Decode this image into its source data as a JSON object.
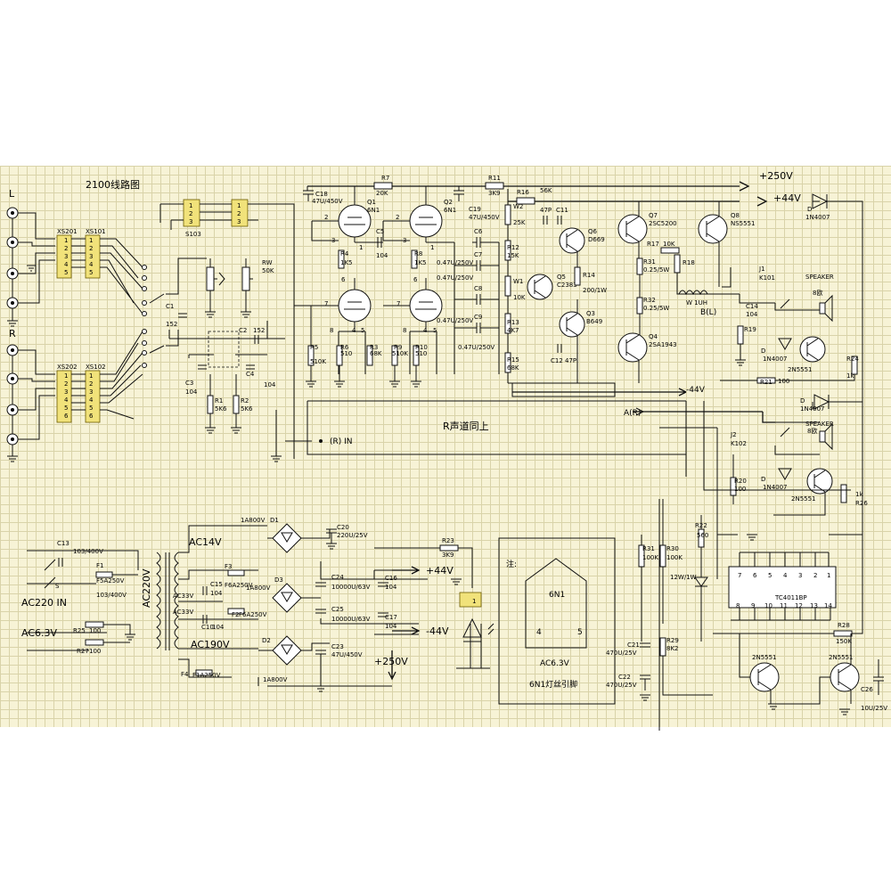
{
  "title": "2100线路图",
  "channel_labels": {
    "left": "L",
    "right": "R"
  },
  "connectors": {
    "xs201": "XS201",
    "xs101": "XS101",
    "xs202": "XS202",
    "xs102": "XS102",
    "s103": "S103",
    "pins5": [
      "1",
      "2",
      "3",
      "4",
      "5"
    ],
    "pins6": [
      "1",
      "2",
      "3",
      "4",
      "5",
      "6"
    ],
    "pins3": [
      "1",
      "2",
      "3"
    ]
  },
  "parts": {
    "rw": "RW",
    "rw_val": "50K",
    "c1": "C1",
    "c1_val": "152",
    "c2": "C2",
    "c2_val": "152",
    "c3": "C3",
    "c3_val": "104",
    "c4": "C4",
    "c4_val": "104",
    "r1": "R1",
    "r1_val": "5K6",
    "r2": "R2",
    "r2_val": "5K6",
    "r7": "R7",
    "r7_val": "20K",
    "r11": "R11",
    "r11_val": "3K9",
    "c18": "C18",
    "c18_val": "47U/450V",
    "c19": "C19",
    "c19_val": "47U/450V",
    "q1": "Q1",
    "q1_val": "6N1",
    "q2": "Q2",
    "q2_val": "6N1",
    "c5": "C5",
    "c5_val": "104",
    "r4": "R4",
    "r4_val": "1K5",
    "r8": "R8",
    "r8_val": "1K5",
    "r5": "R5",
    "r5_val": "510K",
    "r6": "R6",
    "r6_val": "510",
    "r3": "R3",
    "r3_val": "68K",
    "r9": "R9",
    "r9_val": "510K",
    "r10": "R10",
    "r10_val": "510",
    "c6": "C6",
    "c7": "C7",
    "c8": "C8",
    "c9": "C9",
    "cap_047": "0.47U/250V",
    "w2": "W2",
    "w2_val": "25K",
    "w1": "W1",
    "w1_val": "10K",
    "r12": "R12",
    "r12_val": "15K",
    "r13": "R13",
    "r13_val": "4K7",
    "r15": "R15",
    "r15_val": "68K",
    "r16": "R16",
    "r16_val": "56K",
    "c11": "C11",
    "c11_val": "47P",
    "c12": "C12",
    "c12_val": "47P",
    "p47": "47P",
    "q6": "Q6",
    "q6_val": "D669",
    "q5": "Q5",
    "q5_val": "C2383",
    "q3": "Q3",
    "q3_val": "B649",
    "r14": "R14",
    "r14_val": "200/1W",
    "q7": "Q7",
    "q7_val": "2SC5200",
    "q8": "Q8",
    "q8_val": "NS5551",
    "q4": "Q4",
    "q4_val": "2SA1943",
    "r17": "R17",
    "r17_val": "10K",
    "r18": "R18",
    "r31": "R31",
    "r31_val": "0.25/5W",
    "r32": "R32",
    "r32_val": "0.25/5W",
    "l_val": "W 1UH",
    "c14": "C14",
    "c14_val": "104",
    "r19": "R19",
    "r21": "R21",
    "r21_val": "100",
    "r24": "R24",
    "r24_val": "1k",
    "j1": "J1",
    "k101": "K101",
    "j2": "J2",
    "k102": "K102",
    "speaker": "SPEAKER",
    "ohm": "8欧",
    "d": "D",
    "d_val": "1N4007",
    "t2n": "2N5551",
    "r20": "R20",
    "r20_val": "100",
    "r26": "R26",
    "r26_val": "1k",
    "r22": "R22",
    "r22_val": "560",
    "r31b": "R31",
    "r31b_val": "100K",
    "r30": "R30",
    "r30_val": "100K",
    "zener": "12W/1W",
    "ic": "TC4011BP",
    "ic_top": [
      "7",
      "6",
      "5",
      "4",
      "3",
      "2",
      "1"
    ],
    "ic_bot": [
      "8",
      "9",
      "10",
      "11",
      "12",
      "13",
      "14"
    ],
    "r28": "R28",
    "r28_val": "150K",
    "r29": "R29",
    "r29_val": "8K2",
    "c21": "C21",
    "c21_val": "470U/25V",
    "c22": "C22",
    "c22_val": "470U/25V",
    "c26": "C26",
    "c26_val": "10U/25V",
    "c13": "C13",
    "c13_val": "103/400V",
    "c13b_val": "103/400V",
    "f1": "F1",
    "f1_val": "F5A250V",
    "f3": "F3",
    "f3_val": "F6A250V",
    "f2": "F2",
    "f2_val": "F6A250V",
    "f4": "F4",
    "f4_val": "F1A250V",
    "s": "S",
    "r25": "R25",
    "r25_val": "100",
    "r27": "R27",
    "r27_val": "100",
    "d1": "D1",
    "d1_val": "1A800V",
    "d2": "D2",
    "d2_val": "1A800V",
    "d3": "D3",
    "d3_val": "1A800V",
    "c20": "C20",
    "c20_val": "220U/25V",
    "c24": "C24",
    "c24_val": "10000U/63V",
    "c25": "C25",
    "c25_val": "10000U/63V",
    "c16": "C16",
    "c16_val": "104",
    "c17": "C17",
    "c17_val": "104",
    "c23": "C23",
    "c23_val": "47U/450V",
    "c15": "C15",
    "c15_val": "104",
    "c10": "C10",
    "c10_val": "104",
    "r23": "R23",
    "r23_val": "3K9",
    "led_pin": "1"
  },
  "labels": {
    "plus250_top": "+250V",
    "plus44_top": "+44V",
    "minus44": "-44V",
    "r_channel_same": "R声道同上",
    "r_in": "(R) IN",
    "a_r": "A(R)",
    "b_l": "B(L)",
    "ac14": "AC14V",
    "ac220": "AC220V",
    "ac220_in": "AC220 IN",
    "ac63": "AC6.3V",
    "ac33a": "AC33V",
    "ac33b": "AC33V",
    "ac190": "AC190V",
    "plus44_psu": "+44V",
    "minus44_psu": "-44V",
    "plus250_psu": "+250V",
    "note": "注:",
    "tube": "6N1",
    "pin4": "4",
    "pin5": "5",
    "heater": "AC6.3V",
    "heater_caption": "6N1灯丝引脚"
  }
}
